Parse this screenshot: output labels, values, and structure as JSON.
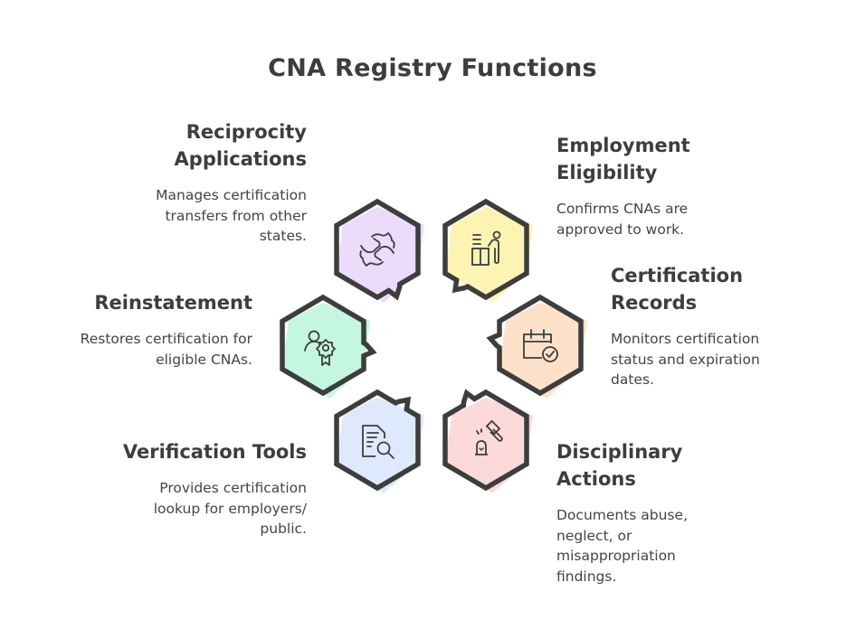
{
  "title": "CNA Registry Functions",
  "colors": {
    "stroke": "#3d3d3d",
    "purple": "#ecd9fb",
    "yellow": "#fdf3b0",
    "green": "#c2f6df",
    "peach": "#fde0c6",
    "blue": "#dce8fd",
    "pink": "#fdd8d8"
  },
  "items": [
    {
      "id": "reciprocity",
      "title_lines": [
        "Reciprocity",
        "Applications"
      ],
      "description_lines": [
        "Manages certification",
        "transfers from other",
        "states."
      ],
      "icon": "handshake-icon",
      "color_key": "purple",
      "side": "left"
    },
    {
      "id": "employment",
      "title_lines": [
        "Employment",
        "Eligibility"
      ],
      "description_lines": [
        "Confirms CNAs are",
        "approved to work."
      ],
      "icon": "worker-at-desk-icon",
      "color_key": "yellow",
      "side": "right"
    },
    {
      "id": "reinstatement",
      "title_lines": [
        "Reinstatement"
      ],
      "description_lines": [
        "Restores certification for",
        "eligible CNAs."
      ],
      "icon": "person-award-icon",
      "color_key": "green",
      "side": "left"
    },
    {
      "id": "certification",
      "title_lines": [
        "Certification",
        "Records"
      ],
      "description_lines": [
        "Monitors certification",
        "status and expiration",
        "dates."
      ],
      "icon": "calendar-check-icon",
      "color_key": "peach",
      "side": "right"
    },
    {
      "id": "verification",
      "title_lines": [
        "Verification Tools"
      ],
      "description_lines": [
        "Provides certification",
        "lookup for employers/",
        "public."
      ],
      "icon": "document-search-icon",
      "color_key": "blue",
      "side": "left"
    },
    {
      "id": "disciplinary",
      "title_lines": [
        "Disciplinary",
        "Actions"
      ],
      "description_lines": [
        "Documents abuse,",
        "neglect, or",
        "misappropriation",
        "findings."
      ],
      "icon": "gavel-alarm-icon",
      "color_key": "pink",
      "side": "right"
    }
  ]
}
